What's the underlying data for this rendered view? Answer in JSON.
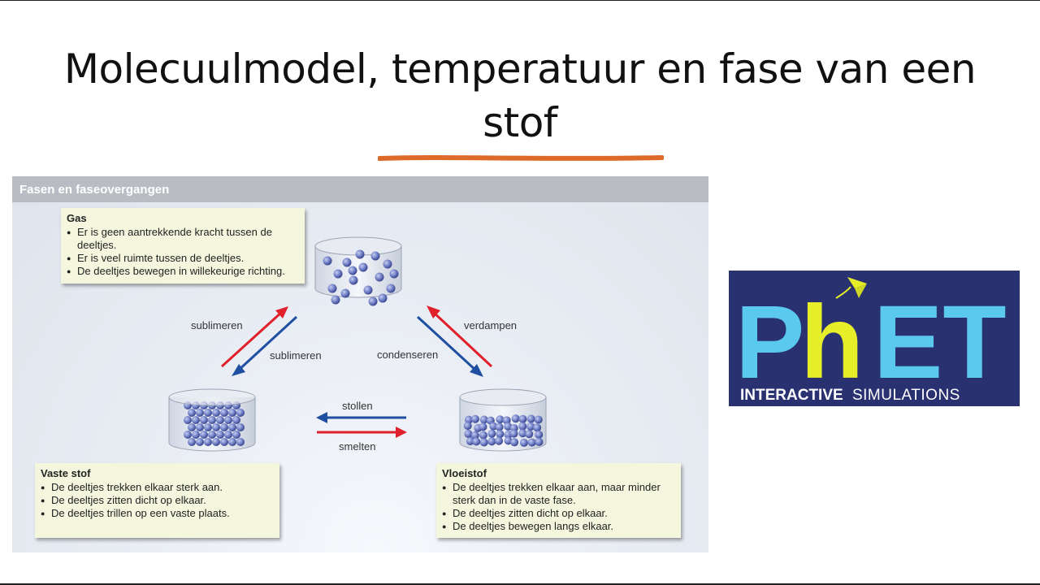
{
  "slide": {
    "title": "Molecuulmodel, temperatuur en fase van een stof"
  },
  "diagram": {
    "header": "Fasen en faseovergangen",
    "gas": {
      "title": "Gas",
      "items": [
        "Er is geen aantrekkende kracht tussen de deeltjes.",
        "Er is veel ruimte tussen de deeltjes.",
        "De deeltjes bewegen in willekeurige richting."
      ]
    },
    "vaste_stof": {
      "title": "Vaste stof",
      "items": [
        "De deeltjes trekken elkaar sterk aan.",
        "De deeltjes zitten dicht op elkaar.",
        "De deeltjes trillen op een vaste plaats."
      ]
    },
    "vloeistof": {
      "title": "Vloeistof",
      "items": [
        "De deeltjes trekken elkaar aan, maar minder sterk dan in de vaste fase.",
        "De deeltjes zitten dicht op elkaar.",
        "De deeltjes bewegen langs elkaar."
      ]
    },
    "transitions": {
      "sublimeren_up": "sublimeren",
      "sublimeren_down": "sublimeren",
      "verdampen": "verdampen",
      "condenseren": "condenseren",
      "stollen": "stollen",
      "smelten": "smelten"
    },
    "colors": {
      "red_arrow": "#e0202a",
      "blue_arrow": "#1f4fa0",
      "particle": "#6f7fc6",
      "card_bg": "#f5f6de"
    }
  },
  "phet_logo": {
    "wordmark_p": "P",
    "wordmark_h": "h",
    "wordmark_et": "ET",
    "tagline_bold": "INTERACTIVE",
    "tagline_light": "SIMULATIONS",
    "colors": {
      "background": "#2a3170",
      "blue_letters": "#5bc8ee",
      "yellow_letters": "#e6ee2a"
    }
  }
}
